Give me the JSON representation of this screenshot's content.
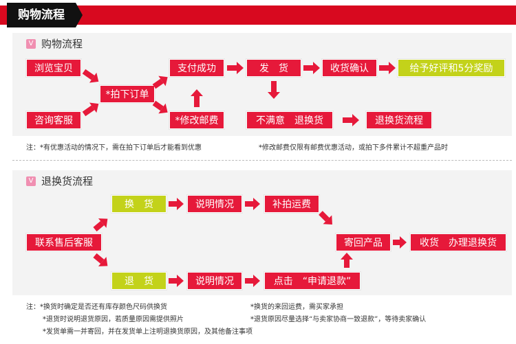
{
  "header": {
    "title": "购物流程"
  },
  "section1": {
    "badge": "V",
    "title": "购物流程",
    "boxes": {
      "browse": "浏览宝贝",
      "consult": "咨询客服",
      "order": "*拍下订单",
      "paid": "支付成功",
      "ship": "发　货",
      "receive": "收货确认",
      "review": "给予好评和5分奖励",
      "change_postage": "*修改邮费",
      "unsatisfied": "不满意　退换货",
      "return_flow": "退换货流程"
    },
    "note_prefix": "注：",
    "note_left": "*有优惠活动的情况下，需在拍下订单后才能看到优惠",
    "note_right": "*修改邮费仅限有邮费优惠活动，或拍下多件累计不超重产品时"
  },
  "section2": {
    "badge": "V",
    "title": "退换货流程",
    "boxes": {
      "contact": "联系售后客服",
      "exchange": "换　货",
      "refund": "退　货",
      "explain_top": "说明情况",
      "explain_bottom": "说明情况",
      "pay_shipping": "补拍运费",
      "click_refund": "点击　“申请退款”",
      "send_back": "寄回产品",
      "handle": "收货　办理退换货"
    },
    "note_prefix": "注：",
    "notes": [
      "*换货时确定是否还有库存颜色尺码供换货",
      "*换货的来回运费，需买家承担",
      "*退货时说明退货原因，若质量原因需提供照片",
      "*退货原因尽量选择“与卖家协商一致退款”，等待卖家确认",
      "*发货单需一并寄回，并在发货单上注明退换货原因，及其他备注事项"
    ]
  },
  "colors": {
    "red": "#e6193a",
    "green": "#c3d21a",
    "header_red": "#d8091f"
  },
  "icons": {
    "arrow": "right-arrow-icon"
  }
}
